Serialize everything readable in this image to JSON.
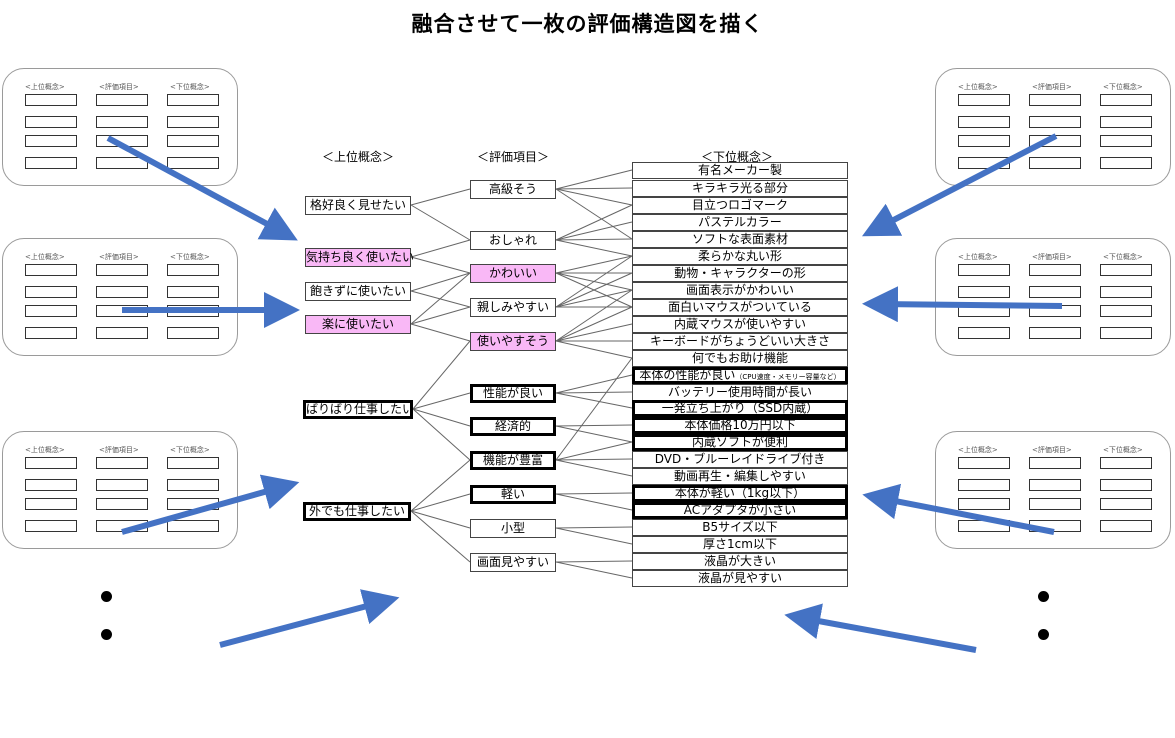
{
  "title": "融合させて一枚の評価構造図を描く",
  "mini_headers": {
    "upper": "<上位概念>",
    "eval": "<評価項目>",
    "lower": "<下位概念>"
  },
  "column_headers": {
    "upper": "＜上位概念＞",
    "eval": "＜評価項目＞",
    "lower": "＜下位概念＞"
  },
  "upper_concepts": [
    {
      "label": "格好良く見せたい",
      "style": "thin"
    },
    {
      "label": "気持ち良く使いたい",
      "style": "pink"
    },
    {
      "label": "飽きずに使いたい",
      "style": "thin"
    },
    {
      "label": "楽に使いたい",
      "style": "pink"
    },
    {
      "label": "ばりばり仕事したい",
      "style": "thick"
    },
    {
      "label": "外でも仕事したい",
      "style": "thick"
    }
  ],
  "eval_items": [
    {
      "label": "高級そう",
      "style": "thin"
    },
    {
      "label": "おしゃれ",
      "style": "thin"
    },
    {
      "label": "かわいい",
      "style": "pink"
    },
    {
      "label": "親しみやすい",
      "style": "thin"
    },
    {
      "label": "使いやすそう",
      "style": "pink"
    },
    {
      "label": "性能が良い",
      "style": "thick"
    },
    {
      "label": "経済的",
      "style": "thick"
    },
    {
      "label": "機能が豊富",
      "style": "thick"
    },
    {
      "label": "軽い",
      "style": "thick"
    },
    {
      "label": "小型",
      "style": "thin"
    },
    {
      "label": "画面見やすい",
      "style": "thin"
    }
  ],
  "lower_concepts": [
    {
      "label": "有名メーカー製",
      "style": "thin"
    },
    {
      "label": "キラキラ光る部分",
      "style": "thin"
    },
    {
      "label": "目立つロゴマーク",
      "style": "thin"
    },
    {
      "label": "パステルカラー",
      "style": "thin"
    },
    {
      "label": "ソフトな表面素材",
      "style": "thin"
    },
    {
      "label": "柔らかな丸い形",
      "style": "pink"
    },
    {
      "label": "動物・キャラクターの形",
      "style": "pink"
    },
    {
      "label": "画面表示がかわいい",
      "style": "pink"
    },
    {
      "label": "面白いマウスがついている",
      "style": "thin"
    },
    {
      "label": "内蔵マウスが使いやすい",
      "style": "thin"
    },
    {
      "label": "キーボードがちょうどいい大きさ",
      "style": "thin"
    },
    {
      "label": "何でもお助け機能",
      "style": "pink"
    },
    {
      "label": "本体の性能が良い",
      "small": "（CPU速度・メモリー容量など）",
      "style": "thick"
    },
    {
      "label": "バッテリー使用時間が長い",
      "style": "thin"
    },
    {
      "label": "一発立ち上がり（SSD内蔵）",
      "style": "thick"
    },
    {
      "label": "本体価格10万円以下",
      "style": "thick"
    },
    {
      "label": "内蔵ソフトが便利",
      "style": "thick"
    },
    {
      "label": "DVD・ブルーレイドライブ付き",
      "style": "thin"
    },
    {
      "label": "動画再生・編集しやすい",
      "style": "thin"
    },
    {
      "label": "本体が軽い（1kg以下）",
      "style": "thick"
    },
    {
      "label": "ACアダプタが小さい",
      "style": "thick"
    },
    {
      "label": "B5サイズ以下",
      "style": "thin"
    },
    {
      "label": "厚さ1cm以下",
      "style": "thin"
    },
    {
      "label": "液晶が大きい",
      "style": "thin"
    },
    {
      "label": "液晶が見やすい",
      "style": "thin"
    }
  ],
  "colors": {
    "pink": "#f9b8f6",
    "arrow": "#4472c4",
    "line": "#666666"
  }
}
